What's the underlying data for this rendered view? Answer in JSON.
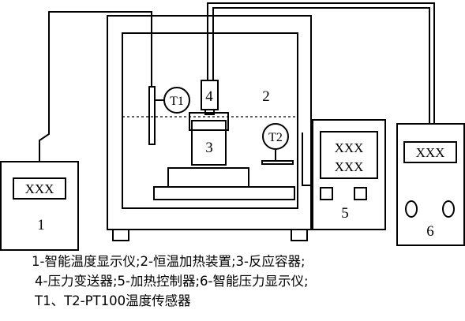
{
  "instrument_1": {
    "display": "XXX",
    "number": "1"
  },
  "thermostat_2": {
    "number": "2"
  },
  "reactor_3": {
    "number": "3"
  },
  "transmitter_4": {
    "number": "4"
  },
  "controller_5": {
    "display_line1": "XXX",
    "display_line2": "XXX",
    "number": "5"
  },
  "instrument_6": {
    "display": "XXX",
    "number": "6"
  },
  "sensor_T1": {
    "label": "T1"
  },
  "sensor_T2": {
    "label": "T2"
  },
  "caption": {
    "line1": "1-智能温度显示仪;2-恒温加热装置;3-反应容器;",
    "line2": "4-压力变送器;5-加热控制器;6-智能压力显示仪;",
    "line3": "T1、T2-PT100温度传感器"
  }
}
